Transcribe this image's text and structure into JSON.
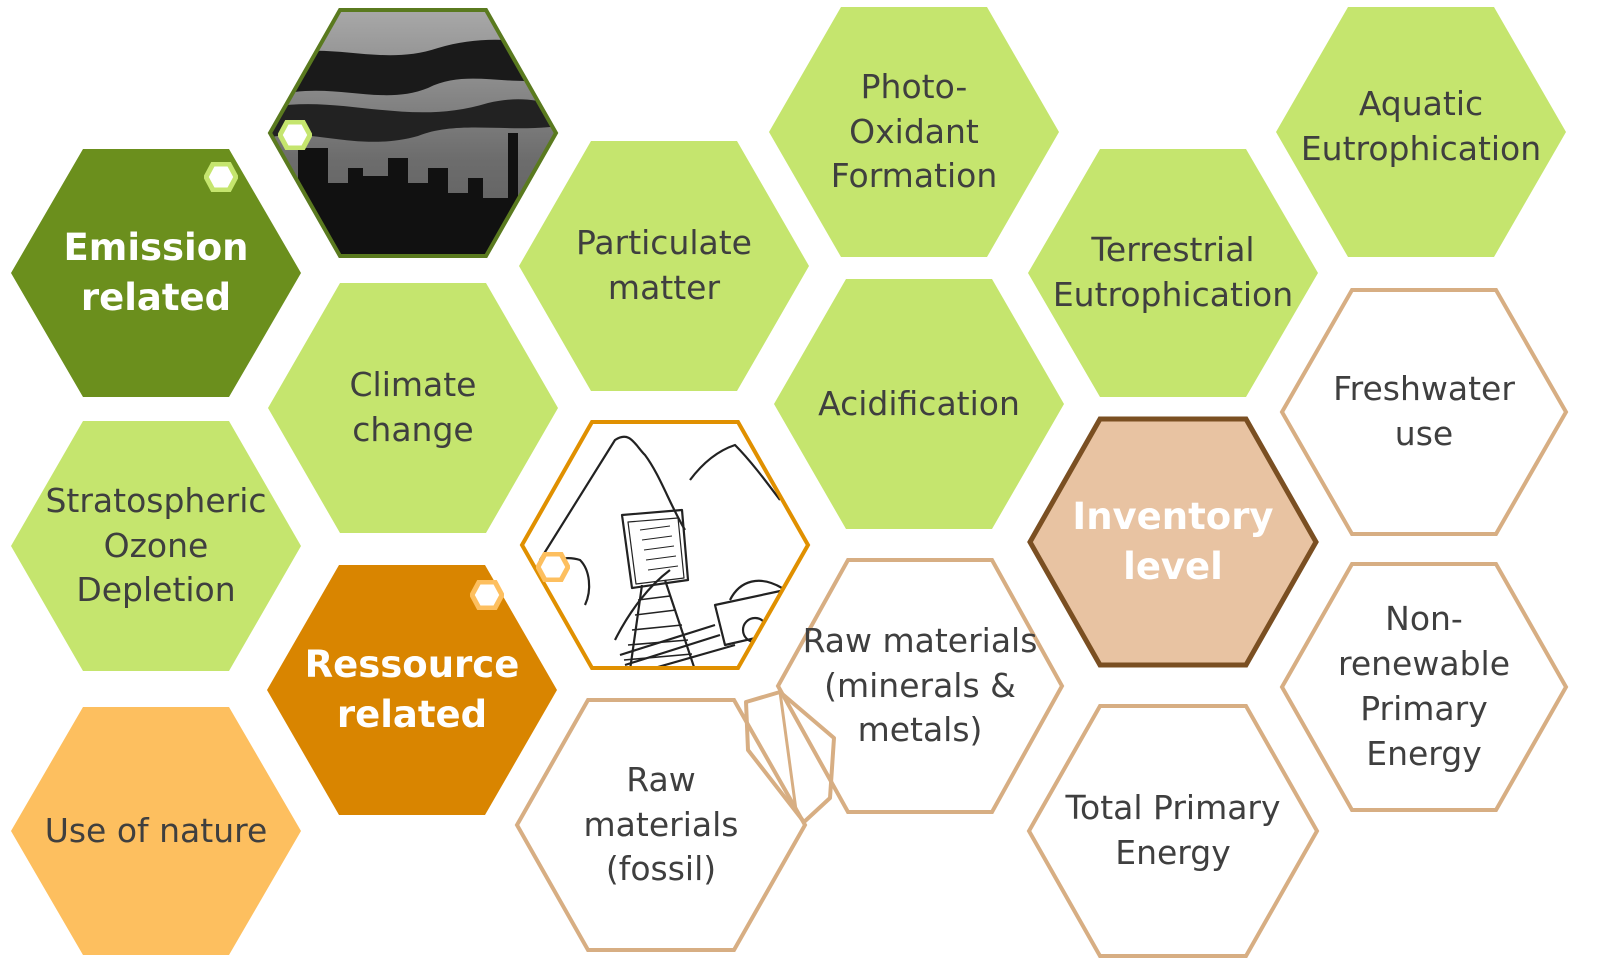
{
  "colors": {
    "emission_dark": "#6b8f1d",
    "impact_light": "#c5e56e",
    "resource_dark": "#d98500",
    "use_of_nature": "#fdbf5f",
    "inventory_fill": "#e8c3a2",
    "inventory_border": "#7a4f22",
    "outline_tan": "#d7ae83",
    "image_frame_green": "#5a7a1f",
    "image_frame_orange": "#e09000"
  },
  "categories": {
    "emission": "Emission\nrelated",
    "resource": "Ressource\nrelated",
    "inventory": "Inventory\nlevel"
  },
  "impacts": {
    "photo_oxidant": "Photo-\nOxidant\nFormation",
    "aquatic": "Aquatic\nEutrophication",
    "particulate": "Particulate\nmatter",
    "terrestrial": "Terrestrial\nEutrophication",
    "climate": "Climate\nchange",
    "acidification": "Acidification",
    "ozone": "Stratospheric\nOzone\nDepletion",
    "use_of_nature": "Use of nature"
  },
  "resources": {
    "raw_minerals": "Raw materials\n(minerals &\nmetals)",
    "raw_fossil": "Raw\nmaterials\n(fossil)"
  },
  "inventory_items": {
    "freshwater": "Freshwater\nuse",
    "non_renewable": "Non-\nrenewable\nPrimary\nEnergy",
    "total_primary": "Total Primary\nEnergy"
  },
  "icons": {
    "emission_image": "factory-smoke-icon",
    "resource_image": "mine-cart-icon"
  }
}
